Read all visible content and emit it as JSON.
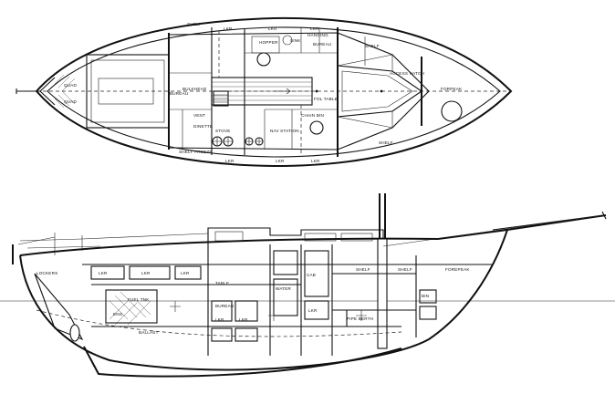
{
  "plan_view": {
    "labels": {
      "shelf_top": "SHELF",
      "locker_top_1": "LKR",
      "locker_top_2": "LKR",
      "locker_top_3": "LKR",
      "hopper": "HOPPER",
      "sink": "SINK",
      "hanging": "HANGING",
      "locker_bin": "BUREAU",
      "shelf_fwd": "SHELF",
      "access_hatch": "ACCESS HATCH",
      "fwd_label": "FORPEAK",
      "bulkhead": "BULKHEAD",
      "vent": "VENT",
      "fol_table": "FOL TABLE",
      "chain_bin": "CHAIN BIN",
      "quad_1": "QUAD",
      "quad_2": "QUAD",
      "bureau": "BUREAU",
      "nav_station": "NAV STATION",
      "stove": "STOVE",
      "shelf_freezer": "SHELF FREEZE",
      "dinette": "DINETTE",
      "shelf_low": "SHELF",
      "locker_bot_1": "LKR",
      "locker_bot_2": "LKR",
      "locker_bot_3": "LKR"
    }
  },
  "profile_view": {
    "labels": {
      "lockers_aft": "LOCKERS",
      "lkr_1": "LKR",
      "lkr_2": "LKR",
      "lkr_3": "LKR",
      "shelf_1": "SHELF",
      "shelf_2": "SHELF",
      "forepeak": "FOREPEAK",
      "table": "TABLE",
      "fuel_tank": "FUEL TNK",
      "cabinet": "CAB",
      "water": "WATER",
      "bureau": "BUREAU",
      "lkr_4": "LKR",
      "lkr_5": "LKR",
      "lkr_6": "LKR",
      "bin": "BIN",
      "pipe_berth": "PIPE BERTH",
      "ballast": "BALLAST",
      "engine": "ENG"
    }
  }
}
